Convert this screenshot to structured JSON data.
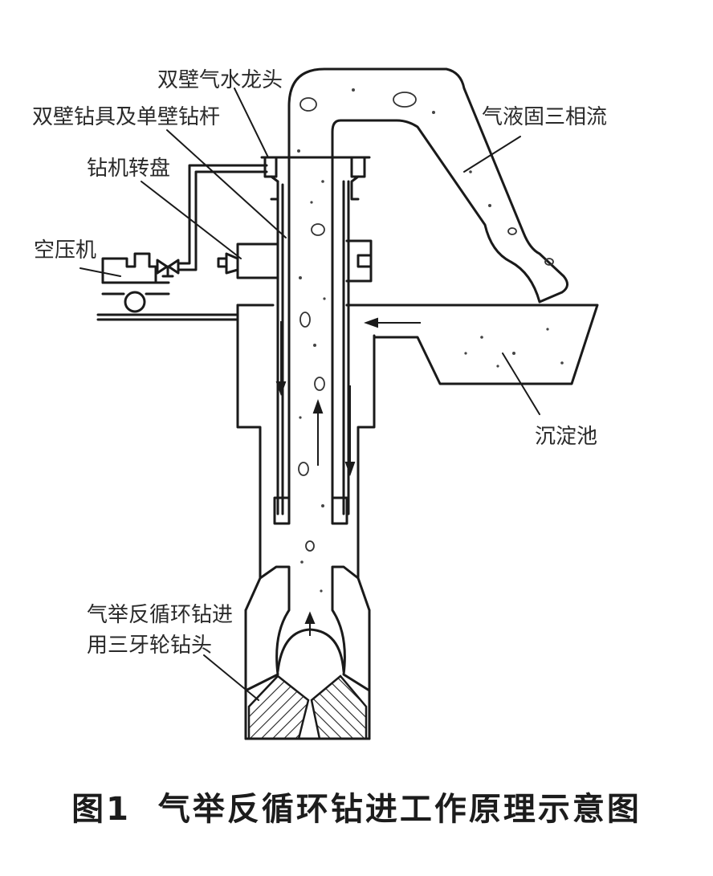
{
  "labels": {
    "swivel": "双壁气水龙头",
    "drill_tools": "双壁钻具及单壁钻杆",
    "turntable": "钻机转盘",
    "compressor": "空压机",
    "three_phase": "气液固三相流",
    "settling_tank": "沉淀池",
    "bit_line1": "气举反循环钻进",
    "bit_line2": "用三牙轮钻头"
  },
  "caption": {
    "fig_no": "图1",
    "title": "气举反循环钻进工作原理示意图"
  },
  "colors": {
    "line": "#1a1a1a",
    "fill": "#ffffff"
  }
}
